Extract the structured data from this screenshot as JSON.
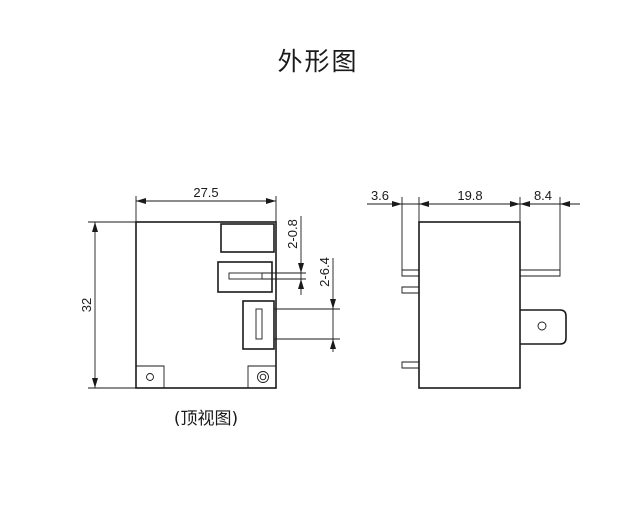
{
  "title": "外形图",
  "top_view": {
    "caption": "(顶视图)",
    "width_label": "27.5",
    "height_label": "32",
    "slot_pitch_label": "2-0.8",
    "terminal_label": "2-6.4"
  },
  "side_view": {
    "left_offset_label": "3.6",
    "body_width_label": "19.8",
    "tab_length_label": "8.4"
  }
}
